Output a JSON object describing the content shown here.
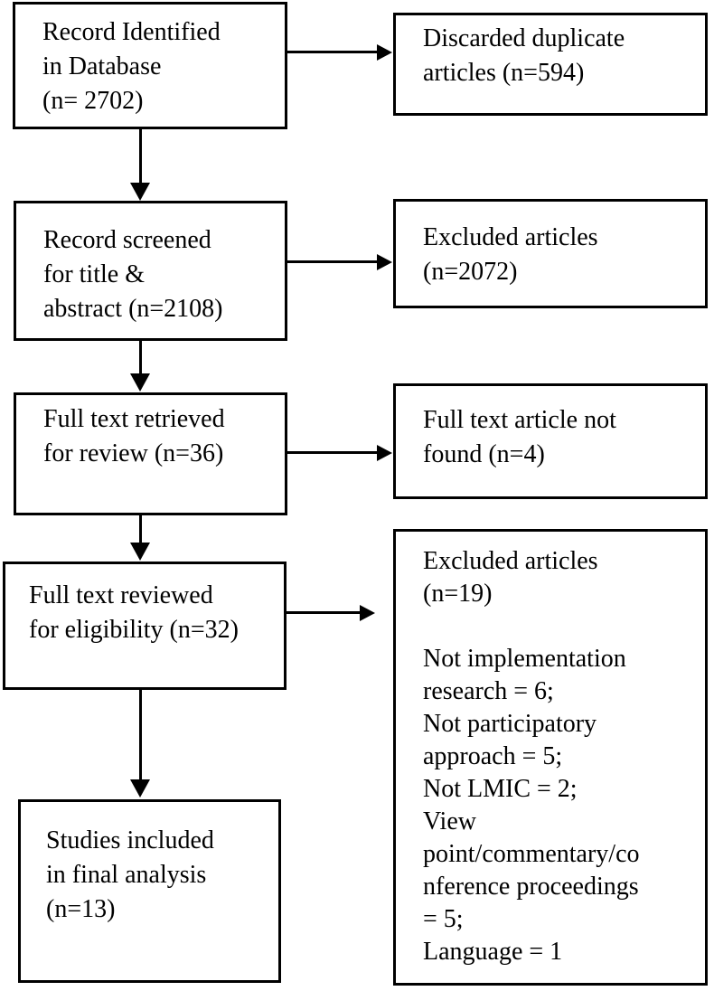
{
  "flow": {
    "left_boxes": [
      {
        "id": "records-identified",
        "text": "Record Identified\nin Database\n(n= 2702)"
      },
      {
        "id": "records-screened",
        "text": "Record screened\nfor title &\nabstract (n=2108)"
      },
      {
        "id": "fulltext-retrieved",
        "text": "Full text retrieved\nfor review (n=36)"
      },
      {
        "id": "fulltext-reviewed",
        "text": "Full text reviewed\nfor eligibility (n=32)"
      },
      {
        "id": "studies-included",
        "text": "Studies included\nin final analysis\n(n=13)"
      }
    ],
    "right_boxes": [
      {
        "id": "discarded-duplicates",
        "text": "Discarded duplicate\narticles (n=594)"
      },
      {
        "id": "excluded-title-abstract",
        "text": "Excluded articles\n(n=2072)"
      },
      {
        "id": "fulltext-not-found",
        "text": "Full text article not\nfound (n=4)"
      },
      {
        "id": "excluded-eligibility",
        "text": "Excluded articles\n(n=19)\n\nNot implementation\nresearch = 6;\nNot participatory\napproach = 5;\nNot LMIC = 2;\nView\npoint/commentary/co\nnference proceedings\n= 5;\nLanguage = 1"
      }
    ],
    "colors": {
      "border": "#000000",
      "text": "#000000",
      "background": "#ffffff"
    }
  }
}
